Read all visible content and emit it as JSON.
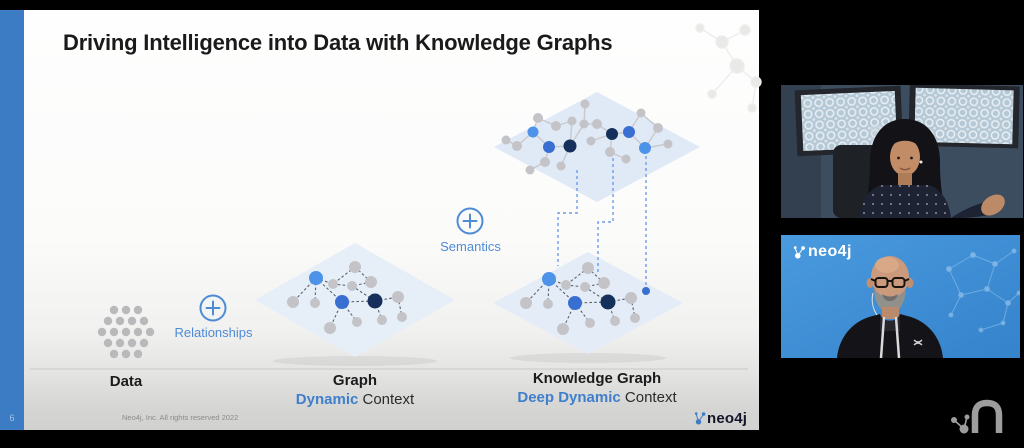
{
  "slide": {
    "page_number": "6",
    "title": "Driving Intelligence into Data with Knowledge Graphs",
    "footer_text": "Neo4j, Inc. All rights reserved 2022",
    "brand_wordmark": "neo4j",
    "stages": [
      {
        "label": "Data",
        "context_accent": "",
        "context_rest": ""
      },
      {
        "label": "Graph",
        "context_accent": "Dynamic",
        "context_rest": " Context"
      },
      {
        "label": "Knowledge Graph",
        "context_accent": "Deep Dynamic",
        "context_rest": " Context"
      }
    ],
    "transitions": [
      {
        "label": "Relationships"
      },
      {
        "label": "Semantics"
      }
    ],
    "colors": {
      "accent_blue": "#4E8BD6",
      "node_light_blue": "#4D93E9",
      "node_medium_blue": "#3A6FD2",
      "node_dark_navy": "#16305C",
      "node_gray": "#C4C4C8",
      "diamond_fill": "#E5EEF7",
      "page_strip_blue": "#3C7CC4"
    }
  },
  "video_call": {
    "background_logo": "neo4j",
    "colors": {
      "speaker_background_blue": "#3E8FD5"
    }
  }
}
